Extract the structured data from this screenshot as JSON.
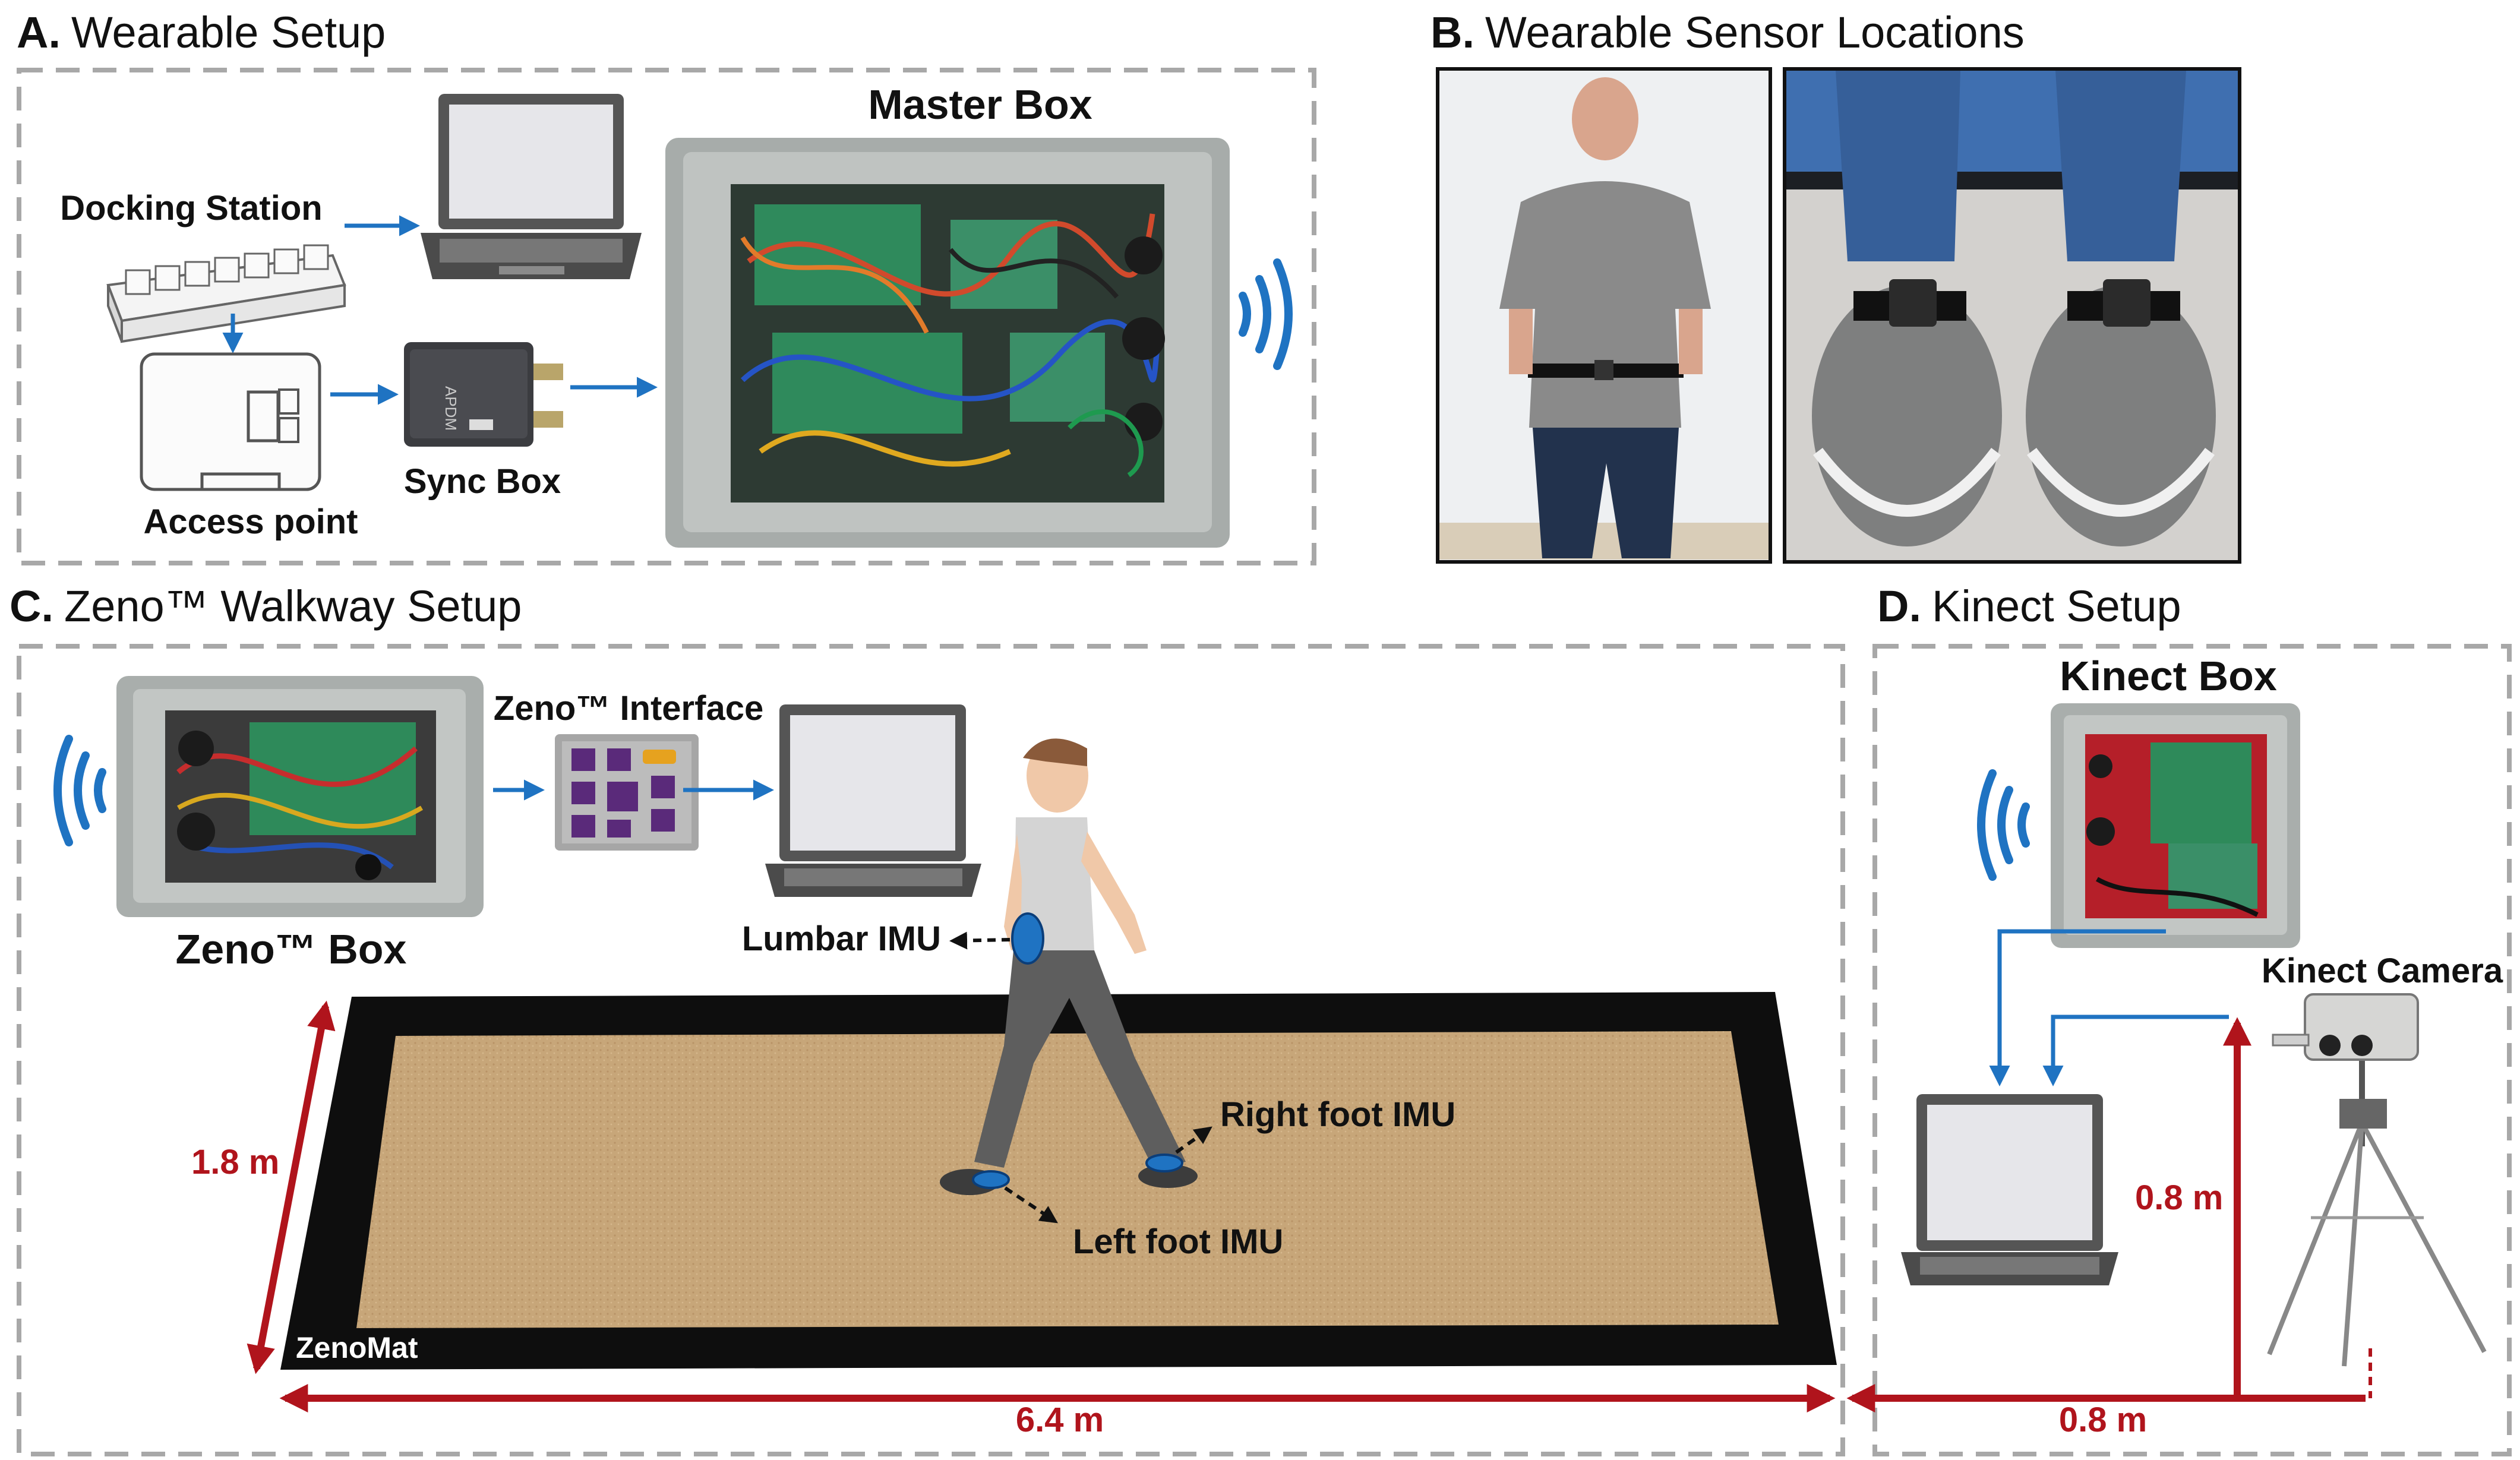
{
  "panels": {
    "a": {
      "letter": "A.",
      "title": "Wearable Setup"
    },
    "b": {
      "letter": "B.",
      "title": "Wearable Sensor Locations"
    },
    "c": {
      "letter": "C.",
      "title": "Zeno™ Walkway Setup"
    },
    "d": {
      "letter": "D.",
      "title": "Kinect Setup"
    }
  },
  "labels": {
    "master_box": "Master Box",
    "docking_station": "Docking Station",
    "access_point": "Access point",
    "sync_box": "Sync Box",
    "sync_device_text": "APDM",
    "zeno_interface": "Zeno™ Interface",
    "zeno_box": "Zeno™ Box",
    "lumbar_imu": "Lumbar IMU",
    "right_foot_imu": "Right foot IMU",
    "left_foot_imu": "Left foot IMU",
    "zenomat": "ZenoMat",
    "kinect_box": "Kinect Box",
    "kinect_camera": "Kinect Camera"
  },
  "measurements": {
    "mat_width": "1.8 m",
    "mat_length": "6.4 m",
    "camera_height": "0.8 m",
    "camera_distance": "0.8 m"
  },
  "colors": {
    "arrow_blue": "#1f73c2",
    "measure_red": "#b0141c",
    "dashed_border": "#a8a8a8",
    "mat_border": "#0e0e0e",
    "mat_surface": "#c7a679"
  }
}
